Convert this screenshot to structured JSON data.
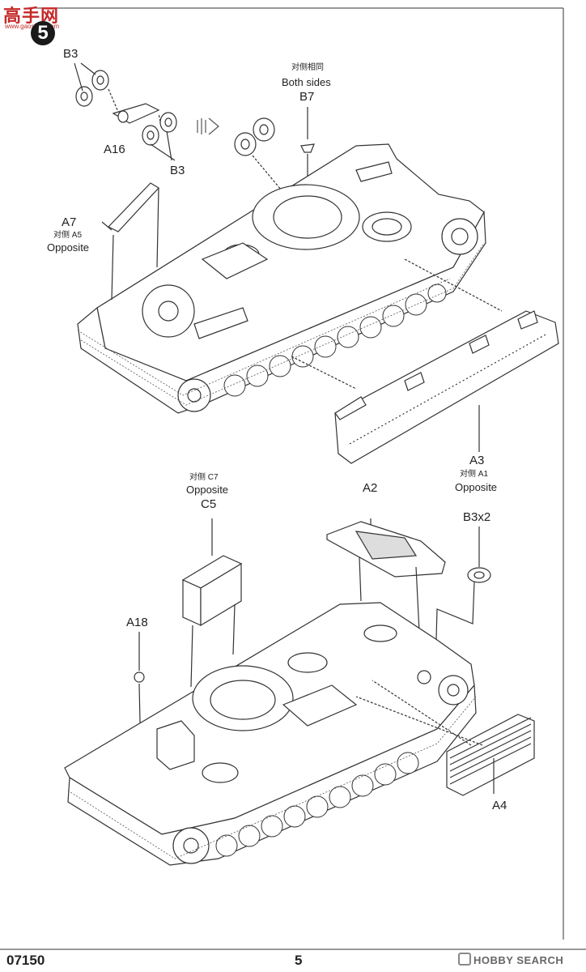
{
  "header": {
    "logo_text": "高手网",
    "logo_url": "www.gaoshou.com",
    "step_number": "5"
  },
  "labels": {
    "b3_top": "B3",
    "a16": "A16",
    "b3_bottom": "B3",
    "b7_cn": "对侧相同",
    "b7_en": "Both sides",
    "b7": "B7",
    "a7": "A7",
    "a7_cn": "对侧 A5",
    "a7_en": "Opposite",
    "a3": "A3",
    "a3_cn": "对侧 A1",
    "a3_en": "Opposite",
    "c5_cn": "对侧 C7",
    "c5_en": "Opposite",
    "c5": "C5",
    "a2": "A2",
    "b3x2": "B3x2",
    "a18": "A18",
    "a4": "A4"
  },
  "footer": {
    "kit_number": "07150",
    "page_number": "5",
    "watermark": "HOBBY SEARCH"
  },
  "colors": {
    "logo": "#c62828",
    "line": "#333333",
    "badge": "#1a1a1a"
  }
}
